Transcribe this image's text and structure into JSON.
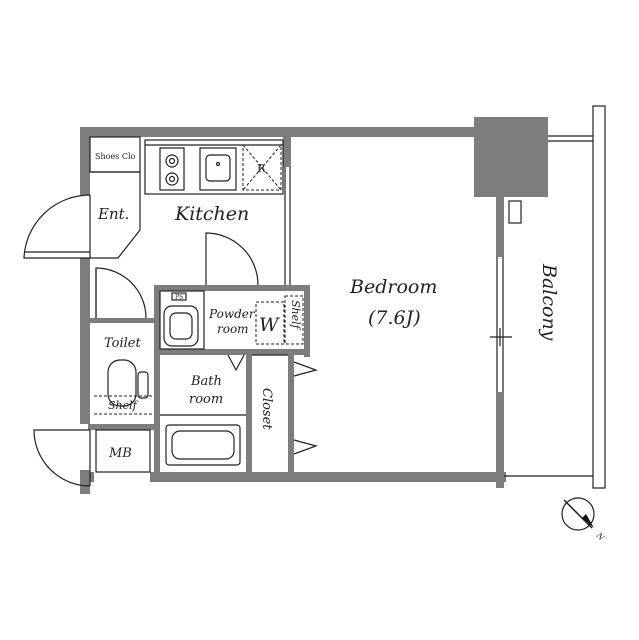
{
  "rooms": {
    "shoes_closet": "Shoes Clo",
    "entrance": "Ent.",
    "kitchen": "Kitchen",
    "bedroom": "Bedroom",
    "bedroom_size": "(7.6J)",
    "powder_room_line1": "Powder",
    "powder_room_line2": "room",
    "washer": "W",
    "shelf_upper": "Shelf",
    "toilet": "Toilet",
    "shelf_lower": "Shelf",
    "bath_line1": "Bath",
    "bath_line2": "room",
    "closet": "Closet",
    "mb": "MB",
    "balcony": "Balcony"
  },
  "fixtures": {
    "refrigerator_mark": "R",
    "ps_mark": "PS"
  },
  "compass": {
    "north": "N"
  }
}
